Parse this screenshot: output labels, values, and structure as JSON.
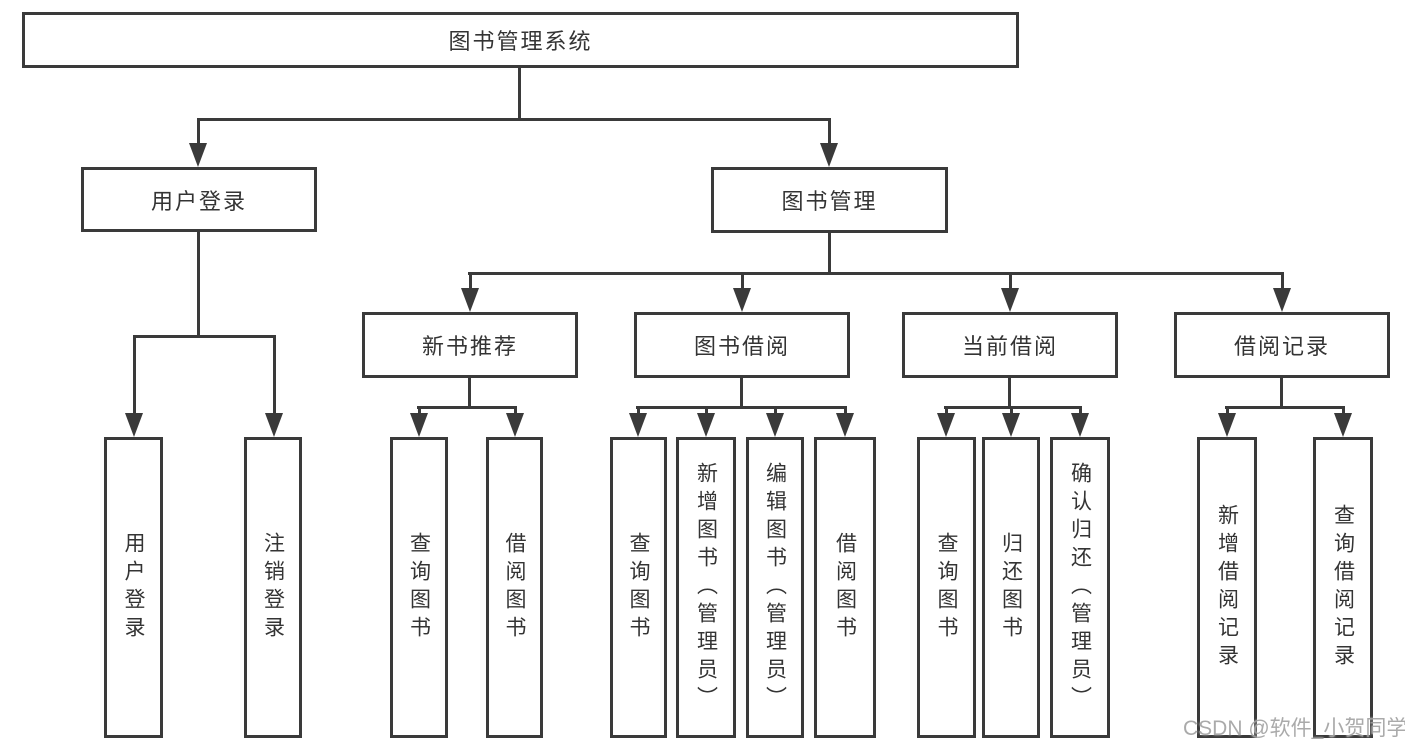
{
  "diagram": {
    "type": "tree",
    "root": {
      "label": "图书管理系统",
      "children": [
        {
          "label": "用户登录",
          "children": [
            {
              "label": "用户登录"
            },
            {
              "label": "注销登录"
            }
          ]
        },
        {
          "label": "图书管理",
          "children": [
            {
              "label": "新书推荐",
              "children": [
                {
                  "label": "查询图书"
                },
                {
                  "label": "借阅图书"
                }
              ]
            },
            {
              "label": "图书借阅",
              "children": [
                {
                  "label": "查询图书"
                },
                {
                  "label": "新增图书（管理员）"
                },
                {
                  "label": "编辑图书（管理员）"
                },
                {
                  "label": "借阅图书"
                }
              ]
            },
            {
              "label": "当前借阅",
              "children": [
                {
                  "label": "查询图书"
                },
                {
                  "label": "归还图书"
                },
                {
                  "label": "确认归还（管理员）"
                }
              ]
            },
            {
              "label": "借阅记录",
              "children": [
                {
                  "label": "新增借阅记录"
                },
                {
                  "label": "查询借阅记录"
                }
              ]
            }
          ]
        }
      ]
    }
  },
  "watermark": {
    "text": "CSDN @软件_小贺同学"
  },
  "colors": {
    "line": "#3a3a3a",
    "text": "#343434",
    "background": "#ffffff",
    "watermark": "#9e9e9e"
  }
}
